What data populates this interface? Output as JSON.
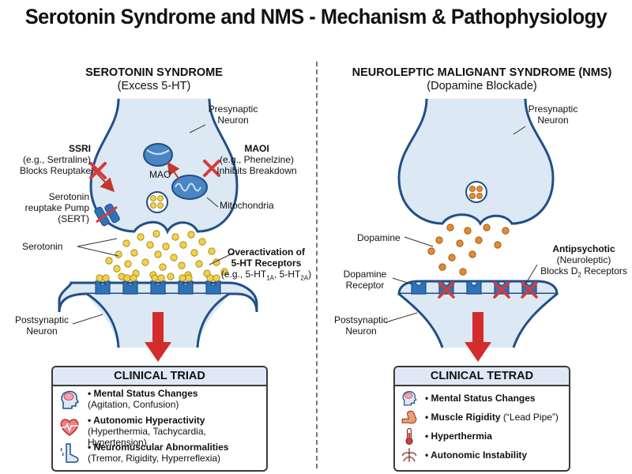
{
  "title": "Serotonin Syndrome and NMS - Mechanism & Pathophysiology",
  "left": {
    "heading": "SEROTONIN SYNDROME",
    "subheading": "(Excess 5-HT)",
    "labels": {
      "presynaptic_1": "Presynaptic",
      "presynaptic_2": "Neuron",
      "ssri_1": "SSRI",
      "ssri_2": "(e.g., Sertraline)",
      "ssri_3": "Blocks Reuptake",
      "maoi_1": "MAOI",
      "maoi_2": "(e.g., Phenelzine)",
      "maoi_3": "Inhibits Breakdown",
      "mao": "MAO",
      "mitochondria": "Mitochondria",
      "sert_1": "Serotonin",
      "sert_2": "reuptake Pump",
      "sert_3": "(SERT)",
      "serotonin": "Serotonin",
      "overact_1": "Overactivation of",
      "overact_2": "5-HT Receptors",
      "overact_3": "(e.g., 5-HT",
      "overact_sub1": "1A",
      "overact_4": ", 5-HT",
      "overact_sub2": "2A",
      "overact_5": ")",
      "postsynaptic_1": "Postsynaptic",
      "postsynaptic_2": "Neuron"
    },
    "box": {
      "title": "CLINICAL TRIAD",
      "items": [
        {
          "icon": "brain-head-icon",
          "main": "Mental Status Changes",
          "detail": "(Agitation, Confusion)"
        },
        {
          "icon": "heart-pulse-icon",
          "main": "Autonomic Hyperactivity",
          "detail": "(Hyperthermia, Tachycardia, Hypertension)"
        },
        {
          "icon": "leg-tremor-icon",
          "main": "Neuromuscular Abnormalities",
          "detail": "(Tremor, Rigidity, Hyperreflexia)"
        }
      ]
    }
  },
  "right": {
    "heading": "NEUROLEPTIC MALIGNANT SYNDROME (NMS)",
    "subheading": "(Dopamine Blockade)",
    "labels": {
      "presynaptic_1": "Presynaptic",
      "presynaptic_2": "Neuron",
      "dopamine": "Dopamine",
      "receptor_1": "Dopamine",
      "receptor_2": "Receptor",
      "anti_1": "Antipsychotic",
      "anti_2": "(Neuroleptic)",
      "anti_3": "Blocks D",
      "anti_sub": "2",
      "anti_4": " Receptors",
      "postsynaptic_1": "Postsynaptic",
      "postsynaptic_2": "Neuron"
    },
    "box": {
      "title": "CLINICAL TETRAD",
      "items": [
        {
          "icon": "brain-head-icon",
          "main": "Mental Status Changes",
          "extra": ""
        },
        {
          "icon": "flexed-arm-icon",
          "main": "Muscle Rigidity",
          "extra": " (“Lead Pipe”)"
        },
        {
          "icon": "thermometer-icon",
          "main": "Hyperthermia",
          "extra": ""
        },
        {
          "icon": "autonomic-icon",
          "main": "Autonomic Instability",
          "extra": ""
        }
      ]
    }
  },
  "colors": {
    "neuron_fill": "#dce8f4",
    "neuron_stroke": "#1f4f86",
    "receptor": "#2e72b8",
    "serotonin": "#f2d24a",
    "dopamine": "#e68a2e",
    "block_x": "#d63a3a",
    "arrow": "#d42b2b"
  }
}
